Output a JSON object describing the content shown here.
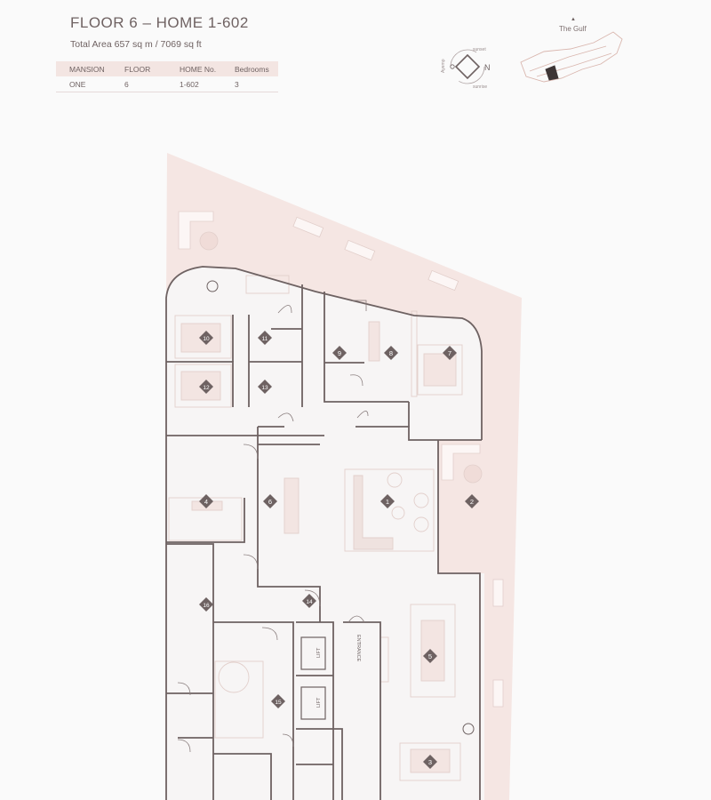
{
  "header": {
    "title": "FLOOR 6 – HOME 1-602",
    "total_area": "Total Area 657 sq m / 7069 sq ft"
  },
  "spec_table": {
    "headers": [
      "MANSION",
      "FLOOR",
      "HOME No.",
      "Bedrooms"
    ],
    "values": [
      "ONE",
      "6",
      "1-602",
      "3"
    ]
  },
  "compass": {
    "north": "N",
    "sunset": "sunset",
    "sunrise": "sunrise",
    "west": "Ayemp"
  },
  "keyplan": {
    "label": "The Gulf"
  },
  "rooms": [
    "1",
    "2",
    "3",
    "4",
    "5",
    "6",
    "7",
    "8",
    "9",
    "10",
    "11",
    "12",
    "13",
    "14",
    "15",
    "16"
  ],
  "plan_labels": {
    "entrance": "ENTRANCE",
    "lift": "LIFT"
  },
  "colors": {
    "terrace": "#f5e6e3",
    "wall": "#6e6262",
    "marker": "#6e6262",
    "furniture": "#e8d6d2"
  }
}
